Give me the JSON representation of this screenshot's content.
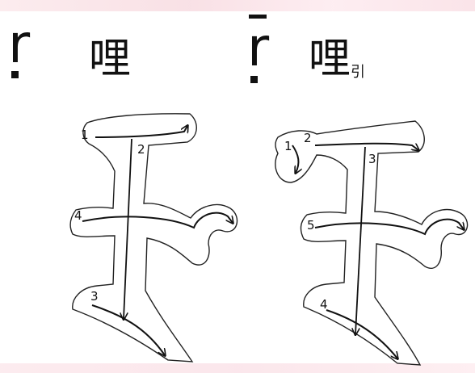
{
  "left": {
    "letter": "r",
    "hanzi": "哩",
    "stroke_numbers": [
      "1",
      "2",
      "3",
      "4"
    ]
  },
  "right": {
    "letter": "r",
    "hanzi": "哩",
    "hanzi_suffix": "引",
    "stroke_numbers": [
      "1",
      "2",
      "3",
      "4",
      "5"
    ]
  },
  "colors": {
    "ink": "#111111",
    "band": "#f7d9df"
  }
}
